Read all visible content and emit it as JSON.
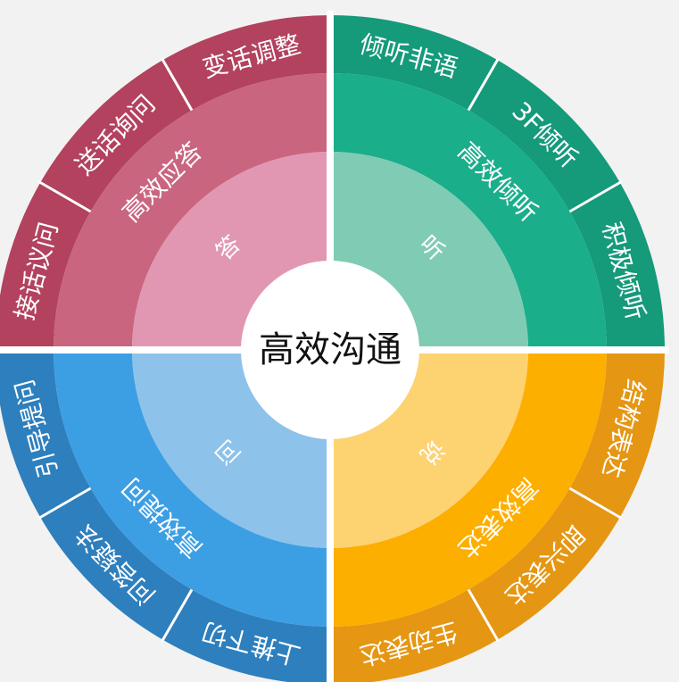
{
  "center": {
    "label": "高效沟通",
    "color": "#ffffff"
  },
  "quadrants": [
    {
      "inner": "听",
      "middle": "高效倾听",
      "outer": [
        "倾听非语",
        "3F倾听",
        "积极倾听"
      ],
      "colors": {
        "inner": "#80cbb4",
        "middle": "#1aae8b",
        "outer": "#159a7a"
      }
    },
    {
      "inner": "说",
      "middle": "高效表达",
      "outer": [
        "结构表达",
        "即兴表达",
        "生动表达"
      ],
      "colors": {
        "inner": "#fdd271",
        "middle": "#fdaf00",
        "outer": "#e59612"
      }
    },
    {
      "inner": "问",
      "middle": "高效提问",
      "outer": [
        "上推下切",
        "问答疑法",
        "引导提问"
      ],
      "colors": {
        "inner": "#8dc2ea",
        "middle": "#3c9fe4",
        "outer": "#2e7fbd"
      }
    },
    {
      "inner": "答",
      "middle": "高效应答",
      "outer": [
        "接话议问",
        "送话询问",
        "变话调整"
      ],
      "colors": {
        "inner": "#e197b2",
        "middle": "#c9657f",
        "outer": "#b2425e"
      }
    }
  ]
}
